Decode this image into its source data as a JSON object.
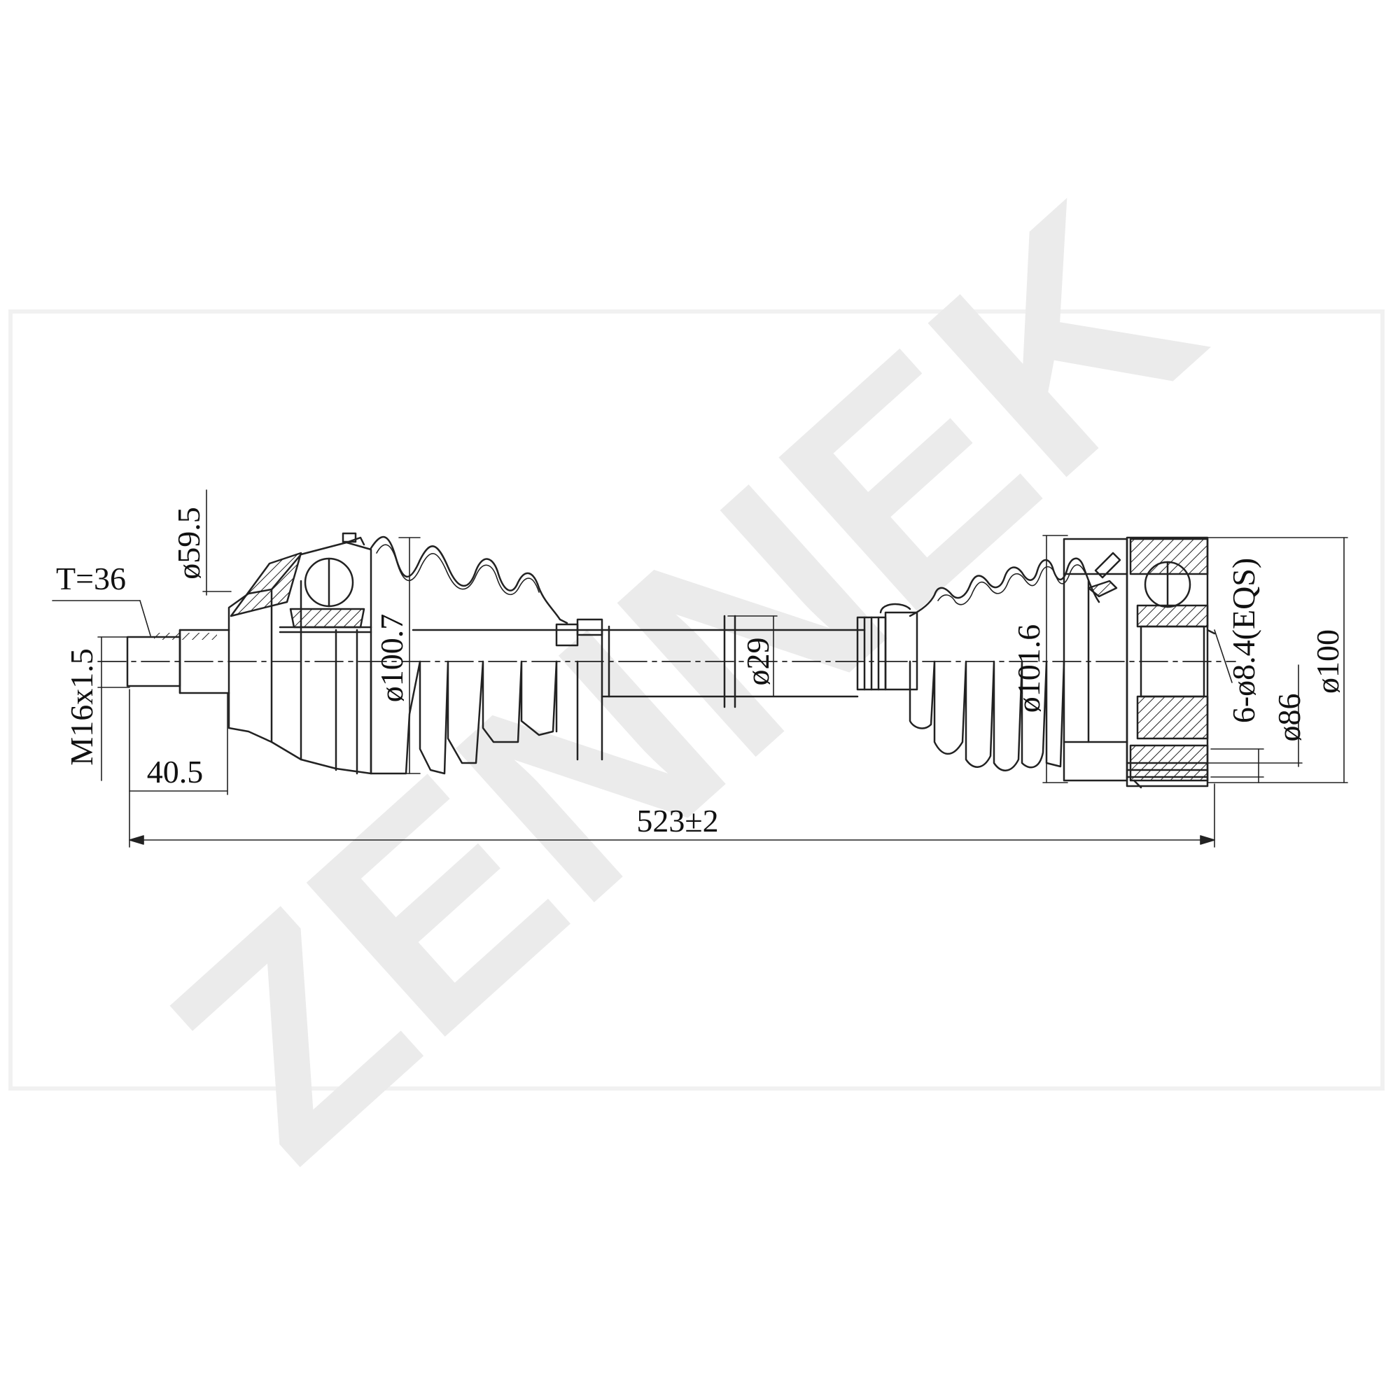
{
  "watermark": {
    "text": "ZENNEK"
  },
  "dimensions": {
    "thread": "M16x1.5",
    "teeth": "T=36",
    "outer_joint_dia": "ø59.5",
    "spline_length": "40.5",
    "outer_boot_dia": "ø100.7",
    "shaft_dia": "ø29",
    "inner_boot_dia": "ø101.6",
    "bolt_holes": "6-ø8.4(EQS)",
    "bolt_circle": "ø86",
    "flange_dia": "ø100",
    "total_length": "523±2"
  }
}
